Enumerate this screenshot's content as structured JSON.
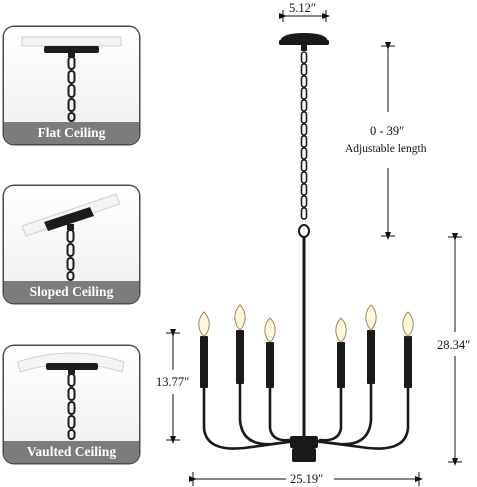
{
  "panels": [
    {
      "id": "flat",
      "label": "Flat Ceiling"
    },
    {
      "id": "sloped",
      "label": "Sloped Ceiling"
    },
    {
      "id": "vaulted",
      "label": "Vaulted Ceiling"
    }
  ],
  "dimensions": {
    "canopy_width": "5.12″",
    "chain_length": "0 - 39″",
    "chain_note": "Adjustable length",
    "total_height": "28.34″",
    "arm_height": "13.77″",
    "width": "25.19″"
  },
  "colors": {
    "label_bg": "#7c7c7c",
    "fixture": "#1a1a1a"
  }
}
